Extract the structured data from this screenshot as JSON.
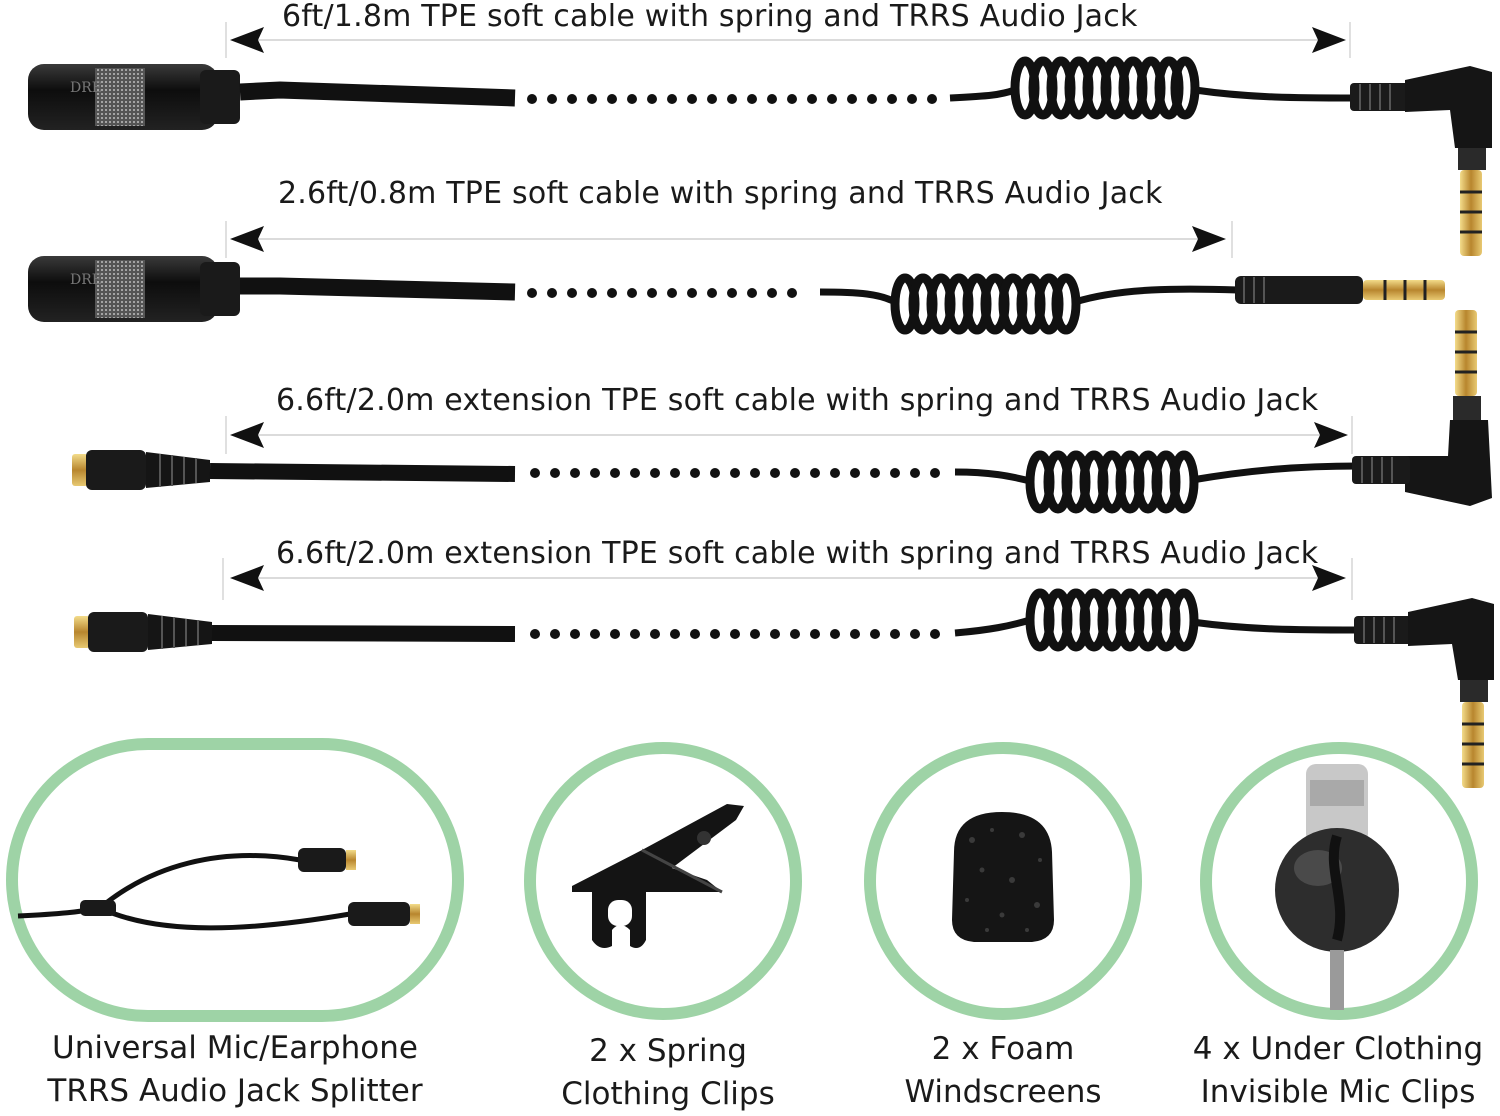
{
  "cables": [
    {
      "label": "6ft/1.8m TPE soft cable with spring and TRRS Audio Jack",
      "start": "lavalier-mic",
      "end": "right-angle-trrs-jack"
    },
    {
      "label": "2.6ft/0.8m TPE soft cable with spring and TRRS Audio Jack",
      "start": "lavalier-mic",
      "end": "straight-trrs-jack"
    },
    {
      "label": "6.6ft/2.0m extension TPE soft cable with spring and TRRS Audio Jack",
      "start": "female-socket",
      "end": "right-angle-trrs-jack"
    },
    {
      "label": "6.6ft/2.0m extension TPE soft cable with spring and TRRS Audio Jack",
      "start": "female-socket",
      "end": "right-angle-trrs-jack"
    }
  ],
  "accessories": [
    {
      "line1": "Universal Mic/Earphone",
      "line2": "TRRS Audio Jack Splitter",
      "icon": "y-splitter-icon"
    },
    {
      "line1": "2 x Spring",
      "line2": "Clothing Clips",
      "icon": "spring-clip-icon"
    },
    {
      "line1": "2 x Foam",
      "line2": "Windscreens",
      "icon": "foam-windscreen-icon"
    },
    {
      "line1": "4 x Under Clothing",
      "line2": "Invisible Mic Clips",
      "icon": "invisible-mic-clip-icon"
    }
  ],
  "colors": {
    "ring": "#9ed3a6",
    "cable": "#111111",
    "gold": "#c9a24a",
    "text": "#1a1a1a"
  }
}
